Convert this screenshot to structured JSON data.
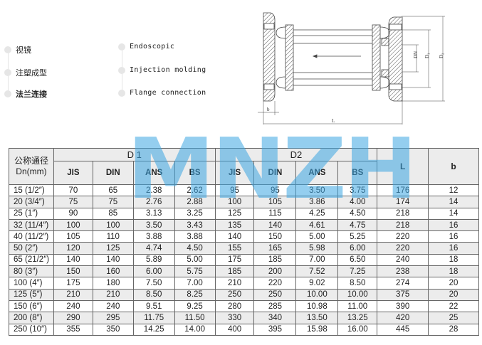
{
  "features_cn": [
    "视镜",
    "注塑成型",
    "法兰连接"
  ],
  "features_en": [
    "Endoscopic",
    "Injection molding",
    "Flange connection"
  ],
  "drawing_labels": {
    "dn": "DN",
    "d1": "D₁",
    "d2": "D₂",
    "b": "b",
    "l": "L"
  },
  "watermark": "MNZH",
  "table": {
    "dn_header": "公称通径",
    "dn_unit": "Dn(mm)",
    "group_d1": "D 1",
    "group_d2": "D2",
    "l": "L",
    "b": "b",
    "sub": [
      "JIS",
      "DIN",
      "ANS",
      "BS",
      "JIS",
      "DIN",
      "ANS",
      "BS"
    ],
    "rows": [
      [
        "15 (1/2″)",
        "70",
        "65",
        "2.38",
        "2.62",
        "95",
        "95",
        "3.50",
        "3.75",
        "176",
        "12"
      ],
      [
        "20 (3/4″)",
        "75",
        "75",
        "2.76",
        "2.88",
        "100",
        "105",
        "3.86",
        "4.00",
        "174",
        "14"
      ],
      [
        "25 (1″)",
        "90",
        "85",
        "3.13",
        "3.25",
        "125",
        "115",
        "4.25",
        "4.50",
        "218",
        "14"
      ],
      [
        "32 (11/4″)",
        "100",
        "100",
        "3.50",
        "3.43",
        "135",
        "140",
        "4.61",
        "4.75",
        "218",
        "16"
      ],
      [
        "40 (11/2″)",
        "105",
        "110",
        "3.88",
        "3.88",
        "140",
        "150",
        "5.00",
        "5.25",
        "220",
        "16"
      ],
      [
        "50 (2″)",
        "120",
        "125",
        "4.74",
        "4.50",
        "155",
        "165",
        "5.98",
        "6.00",
        "220",
        "16"
      ],
      [
        "65 (21/2″)",
        "140",
        "140",
        "5.89",
        "5.00",
        "175",
        "185",
        "7.00",
        "6.50",
        "240",
        "18"
      ],
      [
        "80 (3″)",
        "150",
        "160",
        "6.00",
        "5.75",
        "185",
        "200",
        "7.52",
        "7.25",
        "238",
        "18"
      ],
      [
        "100 (4″)",
        "175",
        "180",
        "7.50",
        "7.00",
        "210",
        "220",
        "9.02",
        "8.50",
        "274",
        "20"
      ],
      [
        "125 (5″)",
        "210",
        "210",
        "8.50",
        "8.25",
        "250",
        "250",
        "10.00",
        "10.00",
        "375",
        "20"
      ],
      [
        "150 (6″)",
        "240",
        "240",
        "9.51",
        "9.25",
        "280",
        "285",
        "10.98",
        "11.00",
        "390",
        "22"
      ],
      [
        "200 (8″)",
        "290",
        "295",
        "11.75",
        "11.50",
        "330",
        "340",
        "13.50",
        "13.25",
        "420",
        "25"
      ],
      [
        "250 (10″)",
        "355",
        "350",
        "14.25",
        "14.00",
        "400",
        "395",
        "15.98",
        "16.00",
        "445",
        "28"
      ]
    ]
  }
}
